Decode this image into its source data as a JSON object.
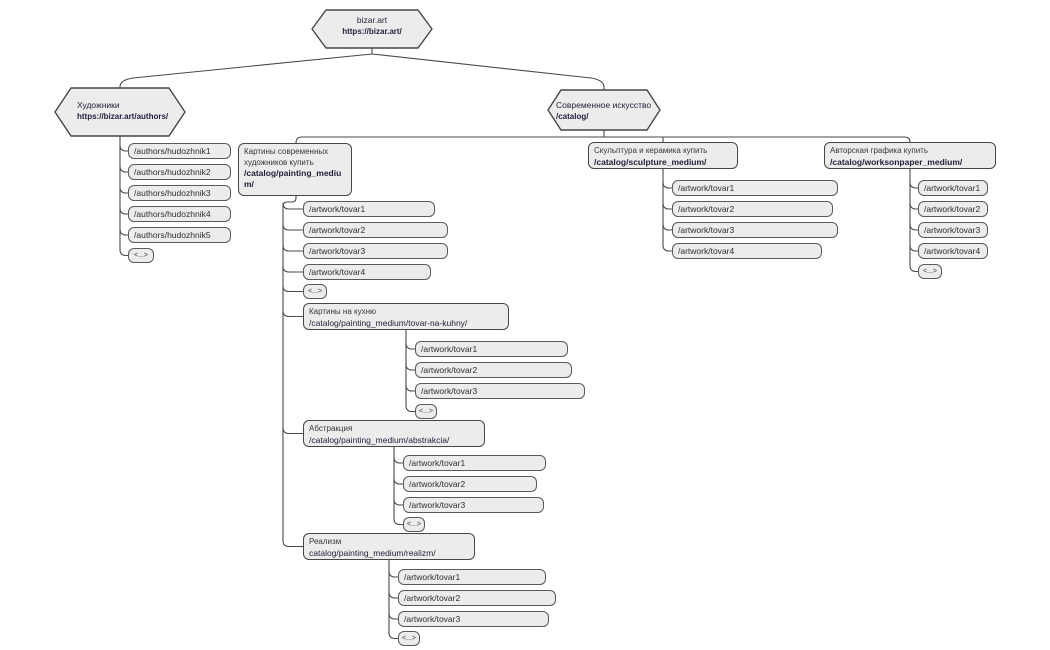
{
  "root": {
    "title": "bizar.art",
    "url": "https://bizar.art/"
  },
  "authors": {
    "title": "Художники",
    "url": "https://bizar.art/authors/",
    "children": [
      "/authors/hudozhnik1",
      "/authors/hudozhnik2",
      "/authors/hudozhnik3",
      "/authors/hudozhnik4",
      "/authors/hudozhnik5"
    ],
    "more": "<...>"
  },
  "catalog": {
    "title": "Современное искусство",
    "url": "/catalog/"
  },
  "painting": {
    "title": "Картины современных художников купить",
    "url": "/catalog/painting_medium/",
    "children": [
      "/artwork/tovar1",
      "/artwork/tovar2",
      "/artwork/tovar3",
      "/artwork/tovar4"
    ],
    "more": "<...>"
  },
  "kuhny": {
    "title": "Картины на кухню",
    "url": "/catalog/painting_medium/tovar-na-kuhny/",
    "children": [
      "/artwork/tovar1",
      "/artwork/tovar2",
      "/artwork/tovar3"
    ],
    "more": "<...>"
  },
  "abstrakcia": {
    "title": "Абстракция",
    "url": "/catalog/painting_medium/abstrakcia/",
    "children": [
      "/artwork/tovar1",
      "/artwork/tovar2",
      "/artwork/tovar3"
    ],
    "more": "<...>"
  },
  "realizm": {
    "title": "Реализм",
    "url": "catalog/painting_medium/realizm/",
    "children": [
      "/artwork/tovar1",
      "/artwork/tovar2",
      "/artwork/tovar3"
    ],
    "more": "<...>"
  },
  "sculpture": {
    "title": "Скульптура и керамика купить",
    "url": "/catalog/sculpture_medium/",
    "children": [
      "/artwork/tovar1",
      "/artwork/tovar2",
      "/artwork/tovar3",
      "/artwork/tovar4"
    ]
  },
  "worksonpaper": {
    "title": "Авторская графика купить",
    "url": "/catalog/worksonpaper_medium/",
    "children": [
      "/artwork/tovar1",
      "/artwork/tovar2",
      "/artwork/tovar3",
      "/artwork/tovar4"
    ],
    "more": "<...>"
  },
  "colors": {
    "node_fill": "#ececec",
    "node_border": "#4f4f4f",
    "connector": "#4a4a4a",
    "text": "#2d2d2d",
    "url_text": "#23233f"
  }
}
